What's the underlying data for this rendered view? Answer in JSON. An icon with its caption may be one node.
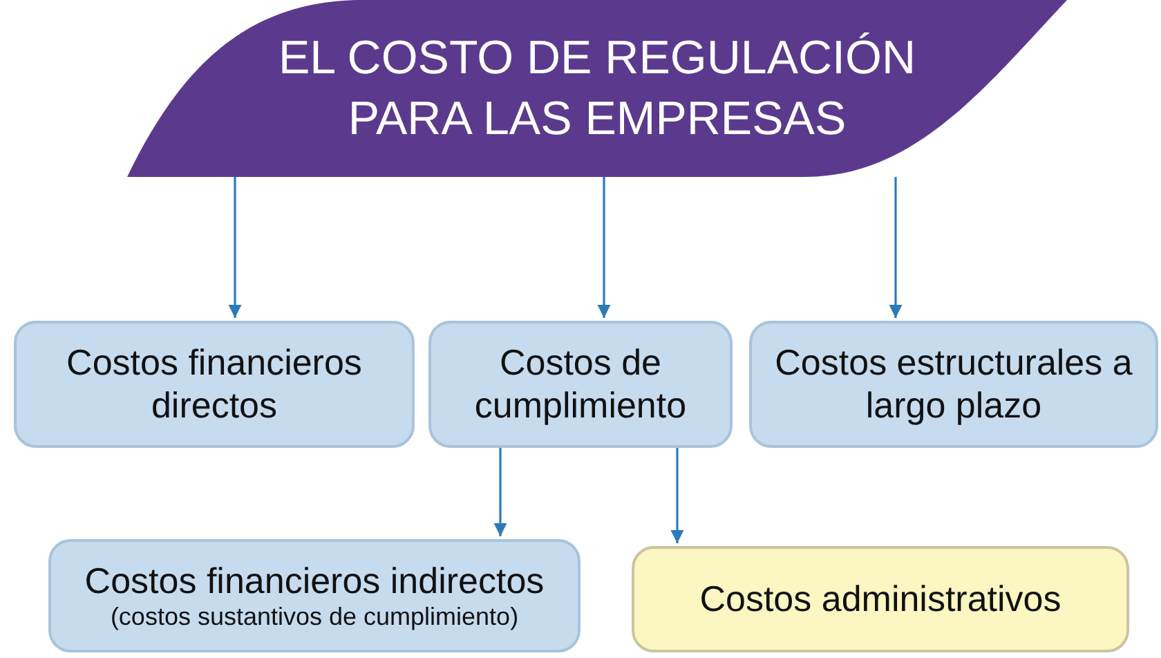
{
  "diagram": {
    "nodes": [
      {
        "text": [
          "EL COSTO DE REGULACIÓN PARA LAS  EMPRESAS"
        ]
      },
      {
        "text": [
          "Costos financieros directos"
        ]
      },
      {
        "text": [
          "Costos de cumplimiento"
        ]
      },
      {
        "text": [
          "Costos estructurales a largo plazo"
        ]
      },
      {
        "text": [
          "Costos financieros indirectos",
          "(costos sustantivos de cumplimiento)"
        ]
      },
      {
        "text": [
          "Costos administrativos"
        ]
      }
    ],
    "edges": [
      {
        "from": 0,
        "to": 1,
        "arrow": "to"
      },
      {
        "from": 0,
        "to": 2,
        "arrow": "to"
      },
      {
        "from": 0,
        "to": 3,
        "arrow": "to"
      },
      {
        "from": 2,
        "to": 4,
        "arrow": "to"
      },
      {
        "from": 2,
        "to": 5,
        "arrow": "to"
      }
    ]
  }
}
